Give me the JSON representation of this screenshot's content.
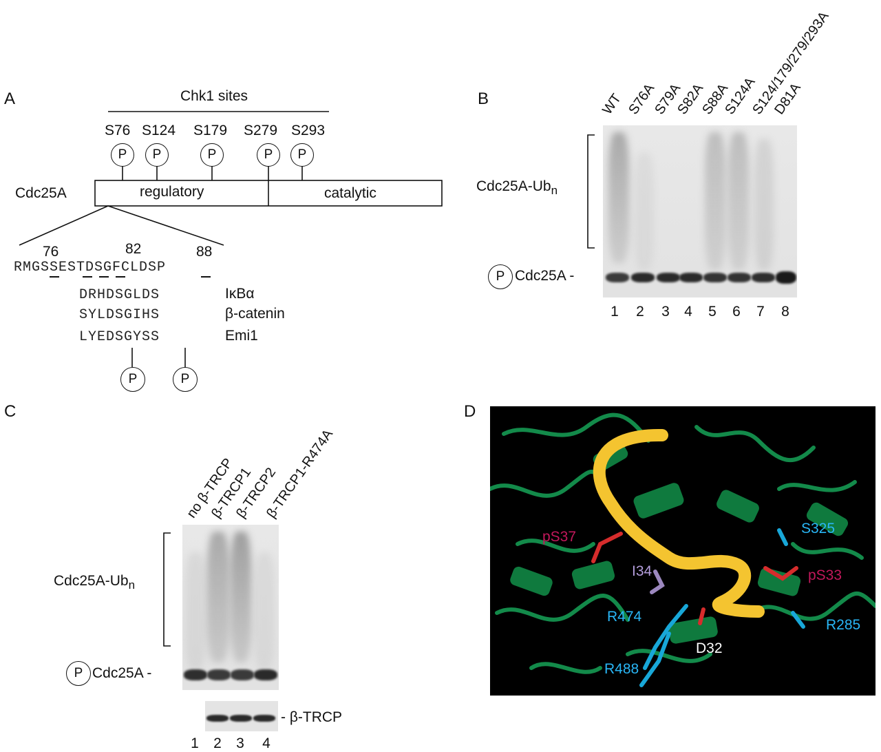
{
  "panelA": {
    "letter": "A",
    "chk1_title": "Chk1 sites",
    "sites": [
      "S76",
      "S124",
      "S179",
      "S279",
      "S293"
    ],
    "p_symbol": "P",
    "protein": "Cdc25A",
    "domains": [
      "regulatory",
      "catalytic"
    ],
    "positions": [
      "76",
      "82",
      "88"
    ],
    "sequence": "RMGSSESTDSGFCLDSP",
    "aligned": [
      {
        "seq": "DRHDSGLDS",
        "name": "IκBα"
      },
      {
        "seq": "SYLDSGIHS",
        "name": "β-catenin"
      },
      {
        "seq": "LYEDSGYSS",
        "name": "Emi1"
      }
    ]
  },
  "panelB": {
    "letter": "B",
    "lanes": [
      "WT",
      "S76A",
      "S79A",
      "S82A",
      "S88A",
      "S124A",
      "S124/179/279/293A",
      "D81A"
    ],
    "ub_label": "Cdc25A-Ub",
    "ub_sub": "n",
    "band_label": "Cdc25A -",
    "lane_numbers": [
      "1",
      "2",
      "3",
      "4",
      "5",
      "6",
      "7",
      "8"
    ]
  },
  "panelC": {
    "letter": "C",
    "lanes": [
      "no β-TRCP",
      "β-TRCP1",
      "β-TRCP2",
      "β-TRCP1-R474A"
    ],
    "ub_label": "Cdc25A-Ub",
    "ub_sub": "n",
    "band_label": "Cdc25A -",
    "trcp_label": "- β-TRCP",
    "lane_numbers": [
      "1",
      "2",
      "3",
      "4"
    ]
  },
  "panelD": {
    "letter": "D",
    "residues": [
      {
        "name": "pS37",
        "color": "#c2185b"
      },
      {
        "name": "I34",
        "color": "#b39ddb"
      },
      {
        "name": "S325",
        "color": "#29b6f6"
      },
      {
        "name": "pS33",
        "color": "#c2185b"
      },
      {
        "name": "R474",
        "color": "#29b6f6"
      },
      {
        "name": "R285",
        "color": "#29b6f6"
      },
      {
        "name": "D32",
        "color": "#ffffff"
      },
      {
        "name": "R488",
        "color": "#29b6f6"
      }
    ]
  }
}
